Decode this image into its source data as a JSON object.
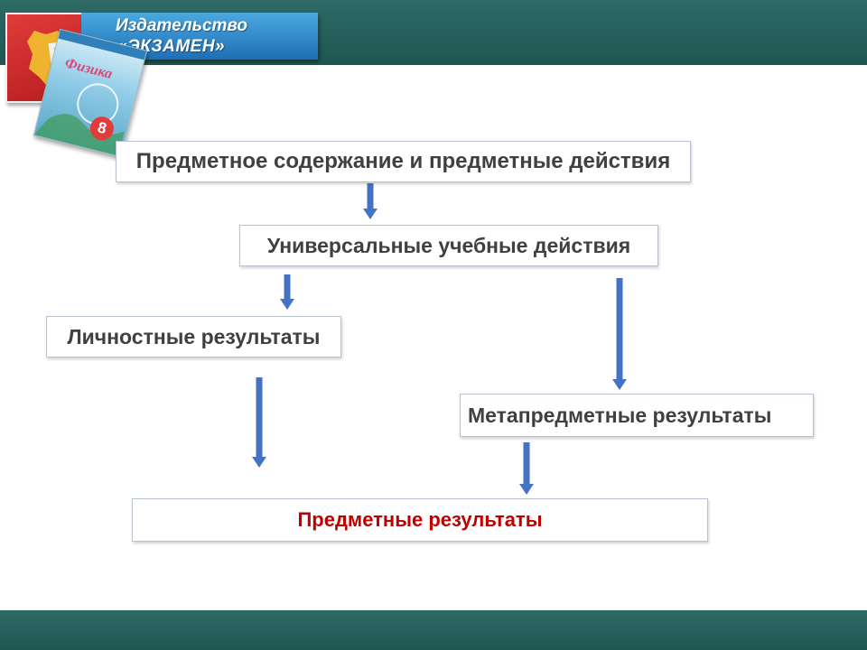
{
  "header": {
    "publisher_line1": "Издательство",
    "publisher_line2": "«ЭКЗАМЕН»",
    "emblem_icon": "coat-of-arms-icon",
    "book_title": "Физика",
    "book_grade": "8"
  },
  "diagram": {
    "nodes": [
      {
        "id": "n1",
        "text": "Предметное содержание   и предметные действия"
      },
      {
        "id": "n2",
        "text": "Универсальные учебные действия"
      },
      {
        "id": "n3",
        "text": "Личностные результаты"
      },
      {
        "id": "n4",
        "text": "Метапредметные результаты"
      },
      {
        "id": "n5",
        "text": "Предметные результаты"
      }
    ],
    "edges": [
      {
        "from": "n1",
        "to": "n2"
      },
      {
        "from": "n2",
        "to": "n3"
      },
      {
        "from": "n2",
        "to": "n4"
      },
      {
        "from": "n3",
        "to": "n5"
      },
      {
        "from": "n4",
        "to": "n5"
      }
    ]
  },
  "colors": {
    "band": "#2e6a66",
    "arrow": "#4472c4",
    "accent_text": "#c00000",
    "plate": "#2b82c8"
  }
}
